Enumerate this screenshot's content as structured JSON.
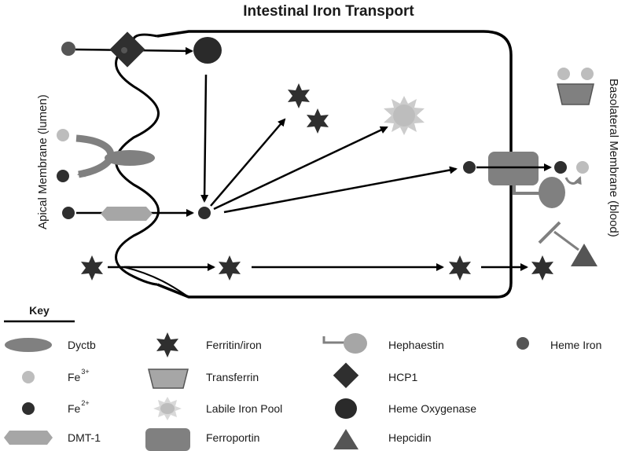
{
  "title": "Intestinal Iron Transport",
  "apical_label": "Apical Membrane (lumen)",
  "basolateral_label": "Basolateral Membrane (blood)",
  "key": {
    "heading": "Key",
    "dyctb": "Dyctb",
    "fe3_base": "Fe",
    "fe3_sup": "3+",
    "fe2_base": "Fe",
    "fe2_sup": "2+",
    "dmt1": "DMT-1",
    "ferritin": "Ferritin/iron",
    "transferrin": "Transferrin",
    "labile_pool": "Labile Iron Pool",
    "ferroportin": "Ferroportin",
    "hephaestin": "Hephaestin",
    "hcp1": "HCP1",
    "heme_oxygenase": "Heme Oxygenase",
    "hepcidin": "Hepcidin",
    "heme_iron": "Heme Iron"
  },
  "colors": {
    "dark": "#2f2f2f",
    "mid": "#808080",
    "light": "#bdbdbd",
    "line": "#000000"
  }
}
